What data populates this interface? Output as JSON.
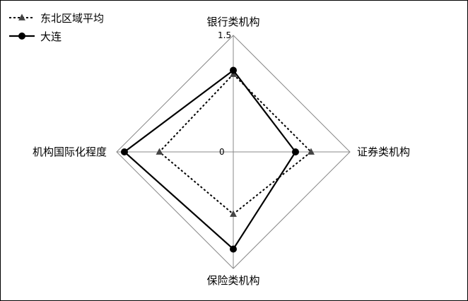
{
  "chart_data": {
    "type": "radar",
    "axes": [
      "银行类机构",
      "证券类机构",
      "保险类机构",
      "机构国际化程度"
    ],
    "range": [
      0,
      1.5
    ],
    "tick_labels": {
      "min": "0",
      "max": "1.5"
    },
    "grid": true,
    "legend_position": "top-left",
    "series": [
      {
        "name": "东北区域平均",
        "values": [
          1.0,
          1.0,
          0.8,
          0.95
        ],
        "line": "dotted",
        "marker": "triangle",
        "color": "#000000"
      },
      {
        "name": "大连",
        "values": [
          1.05,
          0.8,
          1.25,
          1.4
        ],
        "line": "solid",
        "marker": "circle",
        "color": "#000000"
      }
    ]
  }
}
